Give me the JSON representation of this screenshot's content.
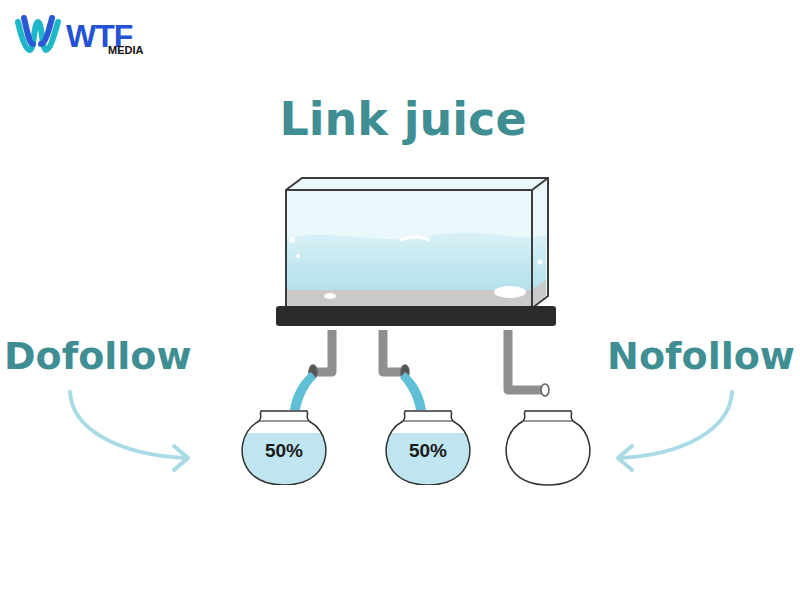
{
  "diagram": {
    "title": "Link juice",
    "nodes": [
      {
        "text": [
          "50%"
        ]
      },
      {
        "text": [
          "50%"
        ]
      }
    ],
    "labels": [
      "WTF",
      "MEDIA",
      "Dofollow",
      "Nofollow"
    ]
  }
}
